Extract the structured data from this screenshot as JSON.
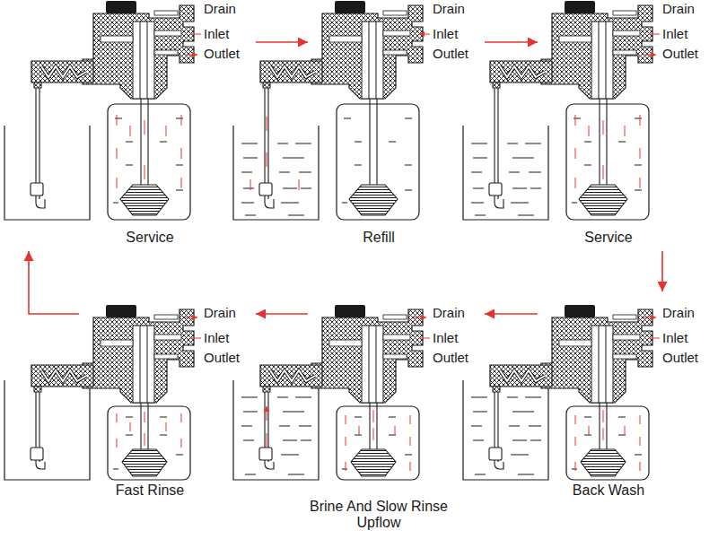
{
  "diagram": {
    "nodes": [
      {
        "text": [
          "Service"
        ]
      },
      {
        "text": [
          "Refill"
        ]
      },
      {
        "text": [
          "Service"
        ]
      },
      {
        "text": [
          "Fast Rinse"
        ]
      },
      {
        "text": [
          "Brine And Slow Rinse Upflow"
        ]
      },
      {
        "text": [
          "Back Wash"
        ]
      }
    ],
    "edges": [
      {
        "from": 0,
        "to": 1,
        "arrow": "to"
      },
      {
        "from": 1,
        "to": 2,
        "arrow": "to"
      },
      {
        "from": 2,
        "to": 5,
        "arrow": "to"
      },
      {
        "from": 5,
        "to": 4,
        "arrow": "to"
      },
      {
        "from": 4,
        "to": 3,
        "arrow": "to"
      },
      {
        "from": 3,
        "to": 0,
        "arrow": "to"
      }
    ],
    "labels": [
      "Drain",
      "Inlet",
      "Outlet",
      "Drain",
      "Inlet",
      "Outlet",
      "Drain",
      "Inlet",
      "Outlet",
      "Drain",
      "Inlet",
      "Outlet",
      "Drain",
      "Inlet",
      "Outlet",
      "Drain",
      "Inlet",
      "Outlet"
    ]
  }
}
